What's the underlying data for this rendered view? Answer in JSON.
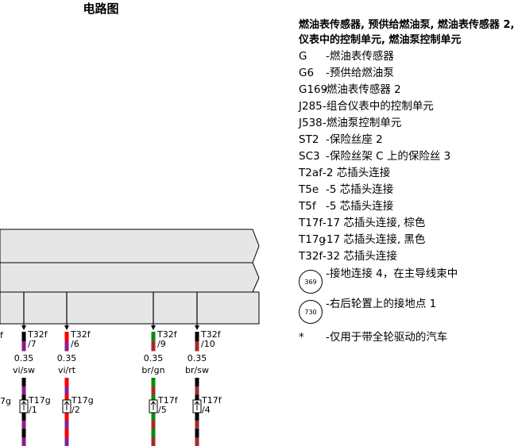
{
  "diagram": {
    "title": "电路图",
    "wires": [
      {
        "connector": "T32f",
        "pin": "/7",
        "gauge": "0.35",
        "color_code": "vi/sw",
        "bottom_connector": "T17g",
        "bottom_pin": "/1",
        "colors": [
          "#000000",
          "#8a1e8a"
        ]
      },
      {
        "connector": "T32f",
        "pin": "/6",
        "gauge": "0.35",
        "color_code": "vi/rt",
        "bottom_connector": "T17g",
        "bottom_pin": "/2",
        "colors": [
          "#ff0000",
          "#8a1e8a"
        ]
      },
      {
        "connector": "T32f",
        "pin": "/9",
        "gauge": "0.35",
        "color_code": "br/gn",
        "bottom_connector": "T17f",
        "bottom_pin": "/5",
        "colors": [
          "#0a8a0a",
          "#a52a2a"
        ]
      },
      {
        "connector": "T32f",
        "pin": "/10",
        "gauge": "0.35",
        "color_code": "br/sw",
        "bottom_connector": "T17f",
        "bottom_pin": "/4",
        "colors": [
          "#000000",
          "#a52a2a"
        ]
      }
    ],
    "edge_labels": {
      "left_top": "f",
      "left_bottom": "7g"
    }
  },
  "legend": {
    "title_lines": [
      "燃油表传感器, 预供给燃油泵, 燃油表传感器 2,",
      "仪表中的控制单元, 燃油泵控制单元"
    ],
    "items": [
      {
        "code": "G",
        "desc": "-燃油表传感器"
      },
      {
        "code": "G6",
        "desc": "-预供给燃油泵"
      },
      {
        "code": "G169",
        "desc": "-燃油表传感器 2"
      },
      {
        "code": "J285",
        "desc": "-组合仪表中的控制单元"
      },
      {
        "code": "J538",
        "desc": "-燃油泵控制单元"
      },
      {
        "code": "ST2",
        "desc": "-保险丝座 2"
      },
      {
        "code": "SC3",
        "desc": "-保险丝架 C 上的保险丝 3"
      },
      {
        "code": "T2af",
        "desc": "-2 芯插头连接"
      },
      {
        "code": "T5e",
        "desc": "-5 芯插头连接"
      },
      {
        "code": "T5f",
        "desc": "-5 芯插头连接"
      },
      {
        "code": "T17f",
        "desc": "-17 芯插头连接, 棕色"
      },
      {
        "code": "T17g",
        "desc": "-17 芯插头连接, 黑色"
      },
      {
        "code": "T32f",
        "desc": "-32 芯插头连接"
      }
    ],
    "circle_items": [
      {
        "badge": "369",
        "desc": "-接地连接 4，在主导线束中"
      },
      {
        "badge": "730",
        "desc": "-右后轮置上的接地点 1"
      }
    ],
    "note": {
      "code": "*",
      "desc": "-仅用于带全轮驱动的汽车"
    }
  }
}
